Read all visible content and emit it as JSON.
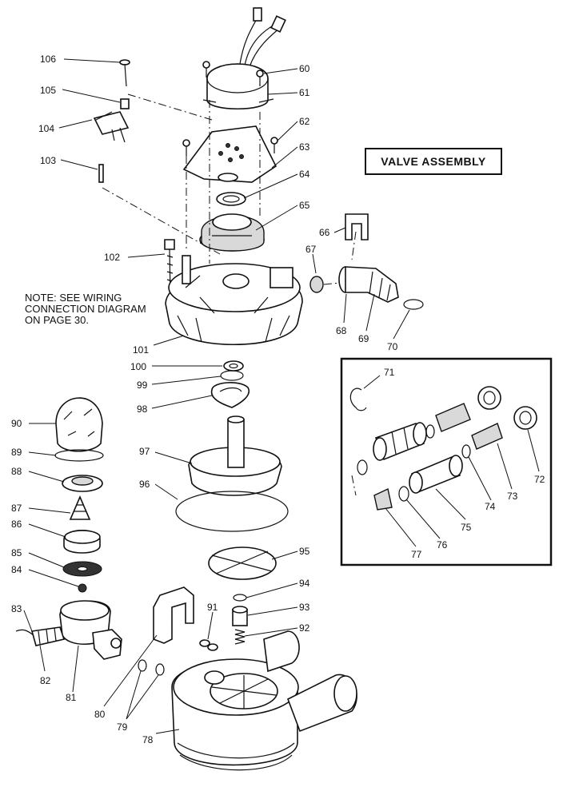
{
  "title": "VALVE ASSEMBLY",
  "note": {
    "line1": "NOTE: SEE WIRING",
    "line2": "CONNECTION DIAGRAM",
    "line3": "ON PAGE 30."
  },
  "part_labels": {
    "p60": "60",
    "p61": "61",
    "p62": "62",
    "p63": "63",
    "p64": "64",
    "p65": "65",
    "p66": "66",
    "p67": "67",
    "p68": "68",
    "p69": "69",
    "p70": "70",
    "p71": "71",
    "p72": "72",
    "p73": "73",
    "p74": "74",
    "p75": "75",
    "p76": "76",
    "p77": "77",
    "p78": "78",
    "p79": "79",
    "p80": "80",
    "p81": "81",
    "p82": "82",
    "p83": "83",
    "p84": "84",
    "p85": "85",
    "p86": "86",
    "p87": "87",
    "p88": "88",
    "p89": "89",
    "p90": "90",
    "p91": "91",
    "p92": "92",
    "p93": "93",
    "p94": "94",
    "p95": "95",
    "p96": "96",
    "p97": "97",
    "p98": "98",
    "p99": "99",
    "p100": "100",
    "p101": "101",
    "p102": "102",
    "p103": "103",
    "p104": "104",
    "p105": "105",
    "p106": "106"
  }
}
